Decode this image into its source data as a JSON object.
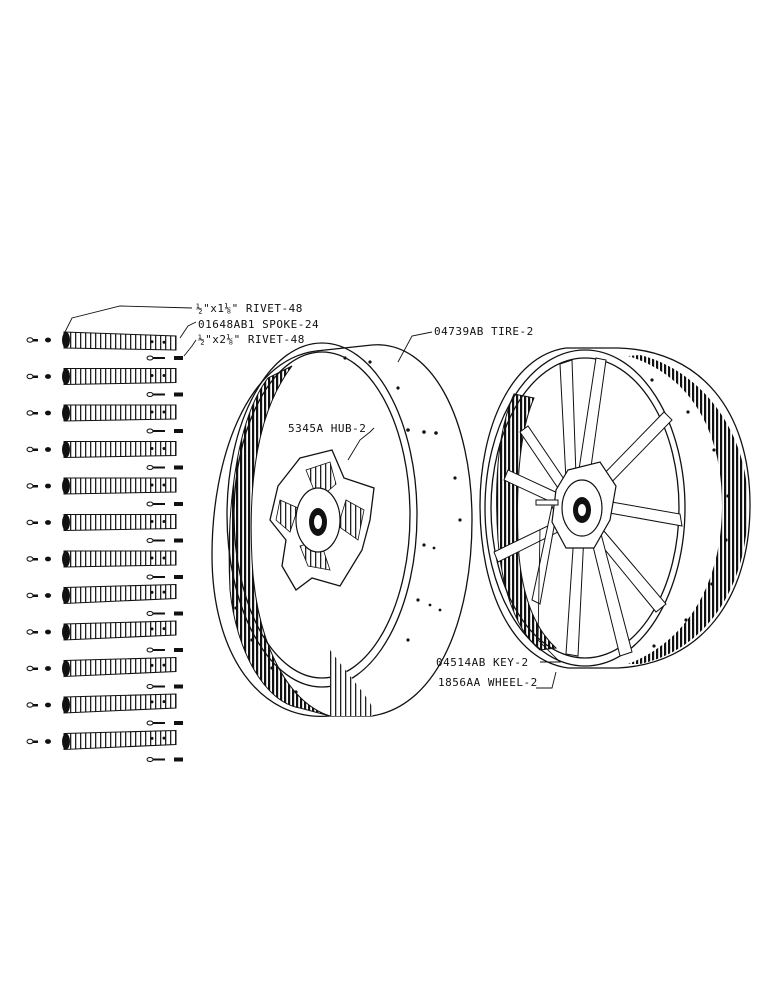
{
  "diagram": {
    "labels": {
      "rivet_short": "½\"x1⅛\" RIVET-48",
      "spoke": "01648AB1 SPOKE-24",
      "rivet_long": "½\"x2⅛\" RIVET-48",
      "tire": "04739AB TIRE-2",
      "hub": "5345A HUB-2",
      "key": "04514AB KEY-2",
      "wheel": "1856AA WHEEL-2"
    },
    "colors": {
      "ink": "#111111",
      "paper": "#ffffff"
    },
    "spoke_count_shown": 12
  }
}
